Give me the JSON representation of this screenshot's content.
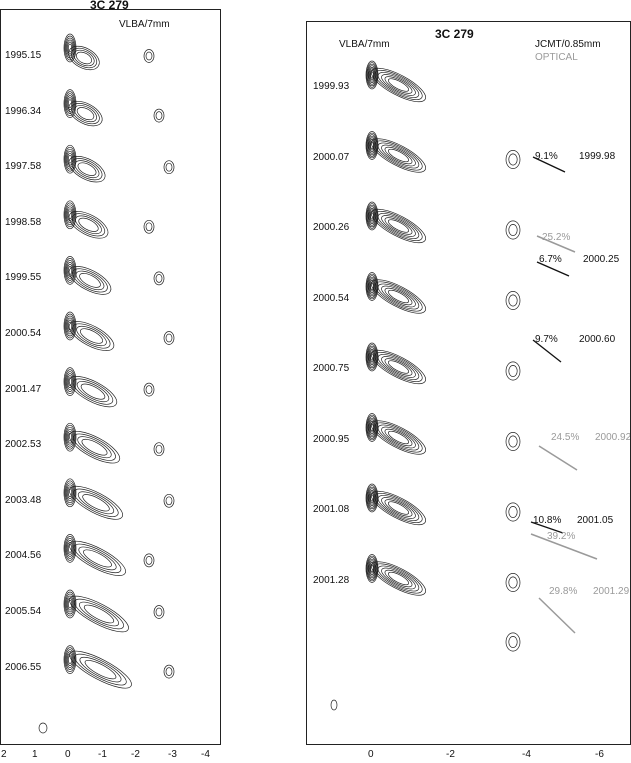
{
  "left_panel": {
    "title": "3C 279",
    "instrument": "VLBA/7mm",
    "epochs": [
      "1995.15",
      "1996.34",
      "1997.58",
      "1998.58",
      "1999.55",
      "2000.54",
      "2001.47",
      "2002.53",
      "2003.48",
      "2004.56",
      "2005.54",
      "2006.55"
    ],
    "x_ticks": [
      "2",
      "1",
      "0",
      "-1",
      "-2",
      "-3",
      "-4"
    ]
  },
  "right_panel": {
    "title": "3C 279",
    "instrument_vlba": "VLBA/7mm",
    "instrument_jcmt": "JCMT/0.85mm",
    "instrument_optical": "OPTICAL",
    "epochs": [
      "1999.93",
      "2000.07",
      "2000.26",
      "2000.54",
      "2000.75",
      "2000.95",
      "2001.08",
      "2001.28"
    ],
    "polarization": [
      {
        "percent": "9.1%",
        "epoch": "1999.98",
        "band": "JCMT"
      },
      {
        "percent": "25.2%",
        "epoch": "",
        "band": "OPTICAL"
      },
      {
        "percent": "6.7%",
        "epoch": "2000.25",
        "band": "JCMT"
      },
      {
        "percent": "9.7%",
        "epoch": "2000.60",
        "band": "JCMT"
      },
      {
        "percent": "24.5%",
        "epoch": "2000.92",
        "band": "OPTICAL"
      },
      {
        "percent": "10.8%",
        "epoch": "2001.05",
        "band": "JCMT"
      },
      {
        "percent": "39.2%",
        "epoch": "",
        "band": "OPTICAL"
      },
      {
        "percent": "29.8%",
        "epoch": "2001.29",
        "band": "OPTICAL"
      }
    ],
    "x_ticks": [
      "0",
      "-2",
      "-4",
      "-6"
    ]
  },
  "colors": {
    "ink": "#111111",
    "optical": "#9a9a9a"
  }
}
